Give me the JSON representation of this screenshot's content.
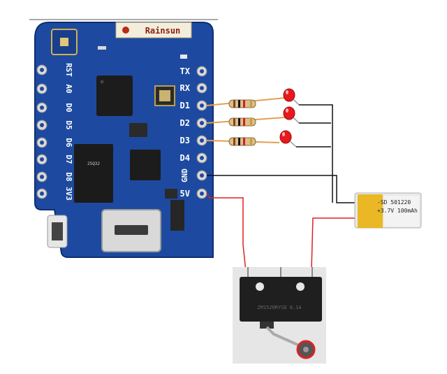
{
  "board": {
    "brand": "Rainsun",
    "pins_left": [
      "RST",
      "A0",
      "D0",
      "D5",
      "D6",
      "D7",
      "D8",
      "3V3"
    ],
    "pins_right": [
      "TX",
      "RX",
      "D1",
      "D2",
      "D3",
      "D4",
      "GND",
      "5V"
    ]
  },
  "battery": {
    "line1": "-SD  501220",
    "line2": "+3.7V 100mAh"
  },
  "switch": {
    "label": "ZM1520RYSD 0.1A"
  },
  "colors": {
    "board": "#1d4aa0",
    "wire_black": "#111111",
    "wire_red": "#e02020",
    "led": "#e8181c",
    "battery_label": "#e9b824"
  }
}
